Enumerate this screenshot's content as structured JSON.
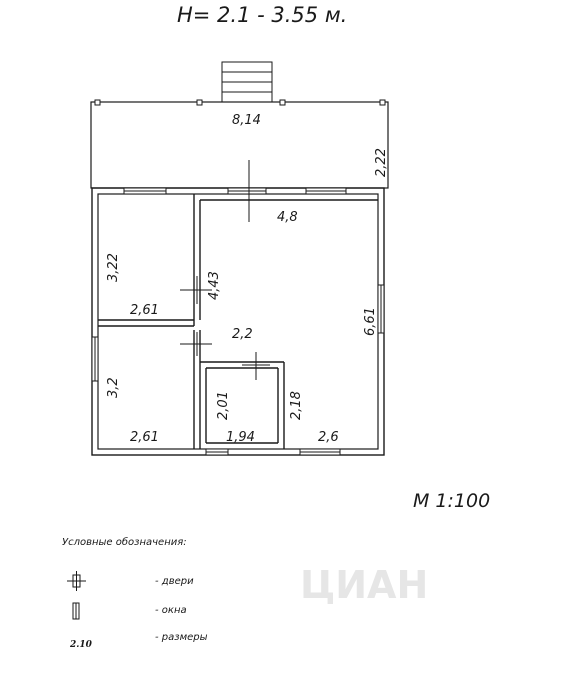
{
  "header": {
    "height_note": "H= 2.1 - 3.55 м."
  },
  "scale": {
    "label": "M 1:100"
  },
  "plan": {
    "terrace_length": "8,14",
    "terrace_depth": "2,22",
    "hall_width": "4,8",
    "hall_length": "6,61",
    "partition_length": "4,43",
    "room_top_height": "3,22",
    "room_top_width": "2,61",
    "room_bottom_height": "3,2",
    "room_bottom_width": "2,61",
    "corridor_width": "2,2",
    "bath_height": "2,01",
    "bath_width": "1,94",
    "bath_side": "2,18",
    "kitchen_width": "2,6"
  },
  "legend": {
    "title": "Условные обозначения:",
    "doors": "- двери",
    "windows": "- окна",
    "dimensions": "- размеры",
    "dimension_sample": "2.10"
  },
  "watermark": {
    "text": "ЦИАН"
  }
}
